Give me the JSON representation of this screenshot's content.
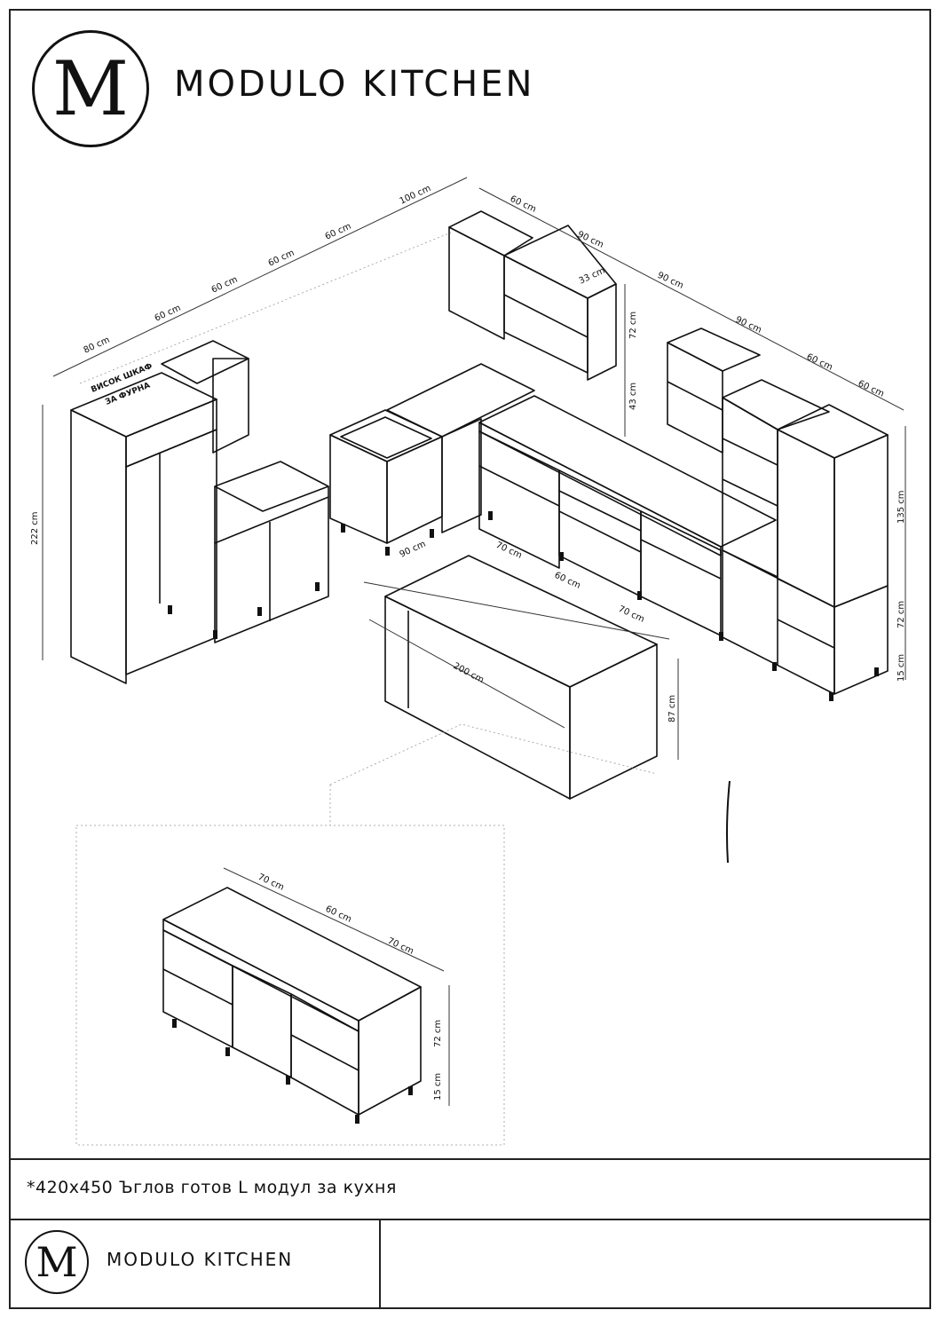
{
  "brand": {
    "monogram": "M",
    "name": "MODULO KITCHEN"
  },
  "caption": "*420x450 Ъглов готов L модул за кухня",
  "note": {
    "line1": "ВИСОК ШКАФ",
    "line2": "ЗА ФУРНА"
  },
  "dimensions": {
    "top_run": [
      "80 cm",
      "60 cm",
      "60 cm",
      "60 cm",
      "60 cm",
      "100 cm"
    ],
    "corner_top": [
      "60 cm",
      "90 cm"
    ],
    "wall_depth": "33 cm",
    "wall_height": "72 cm",
    "gap_height": "43 cm",
    "right_run": [
      "90 cm",
      "90 cm",
      "60 cm",
      "60 cm"
    ],
    "right_heights": [
      "135 cm",
      "72 cm",
      "15 cm"
    ],
    "tall_height": "222 cm",
    "island_top": [
      "90 cm",
      "70 cm",
      "60 cm",
      "70 cm"
    ],
    "island_length": "200 cm",
    "island_height": "87 cm",
    "detail_top": [
      "70 cm",
      "60 cm",
      "70 cm"
    ],
    "detail_heights": [
      "72 cm",
      "15 cm"
    ]
  },
  "colors": {
    "line": "#111111",
    "thin": "#555555",
    "faint": "#999999"
  }
}
